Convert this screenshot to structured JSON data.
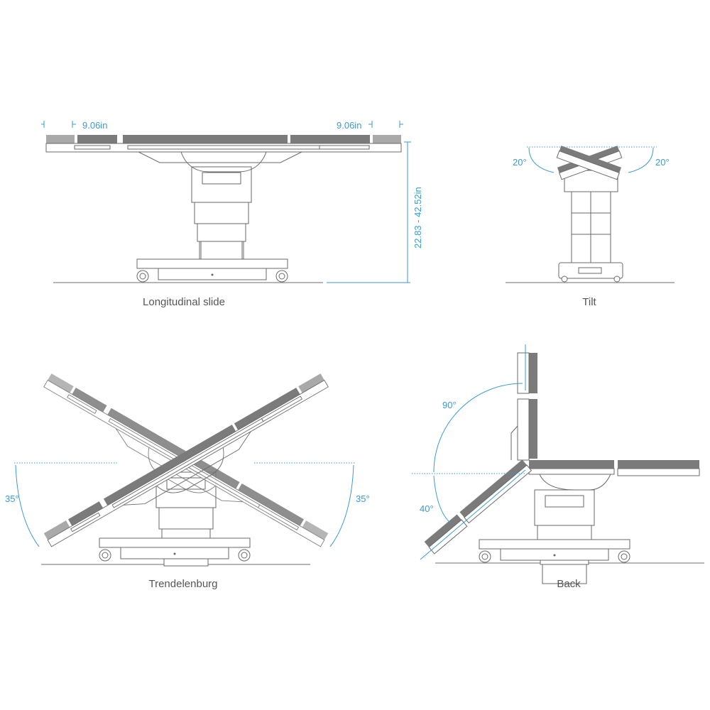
{
  "panels": {
    "longitudinal": {
      "caption": "Longitudinal slide",
      "slide_left": "9.06in",
      "slide_right": "9.06in",
      "height_range": "22.83 - 42.52in"
    },
    "tilt": {
      "caption": "Tilt",
      "angle_left": "20°",
      "angle_right": "20°"
    },
    "trendelenburg": {
      "caption": "Trendelenburg",
      "angle_left": "35°",
      "angle_right": "35°"
    },
    "back": {
      "caption": "Back",
      "angle_up": "90°",
      "angle_down": "40°"
    }
  },
  "colors": {
    "dimension": "#3b9ad6",
    "pad": "#7b7b7b",
    "outline": "#6a6a6a"
  }
}
